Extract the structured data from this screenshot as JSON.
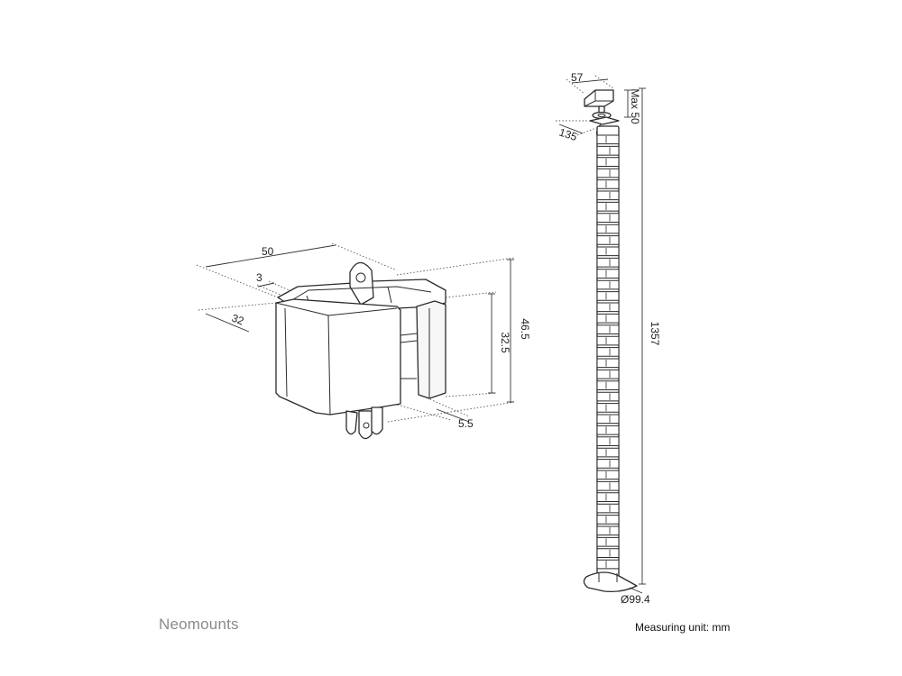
{
  "brand": "Neomounts",
  "measuring_unit": "Measuring unit: mm",
  "clip_dimensions": {
    "width": "50",
    "wall": "3",
    "depth": "32",
    "height": "46.5",
    "inner_height": "32.5",
    "gap": "5.5"
  },
  "spine_dimensions": {
    "clamp_width": "57",
    "clamp_max": "Max 50",
    "clamp_depth": "135",
    "length": "1357",
    "base_diameter": "Ø99.4"
  }
}
